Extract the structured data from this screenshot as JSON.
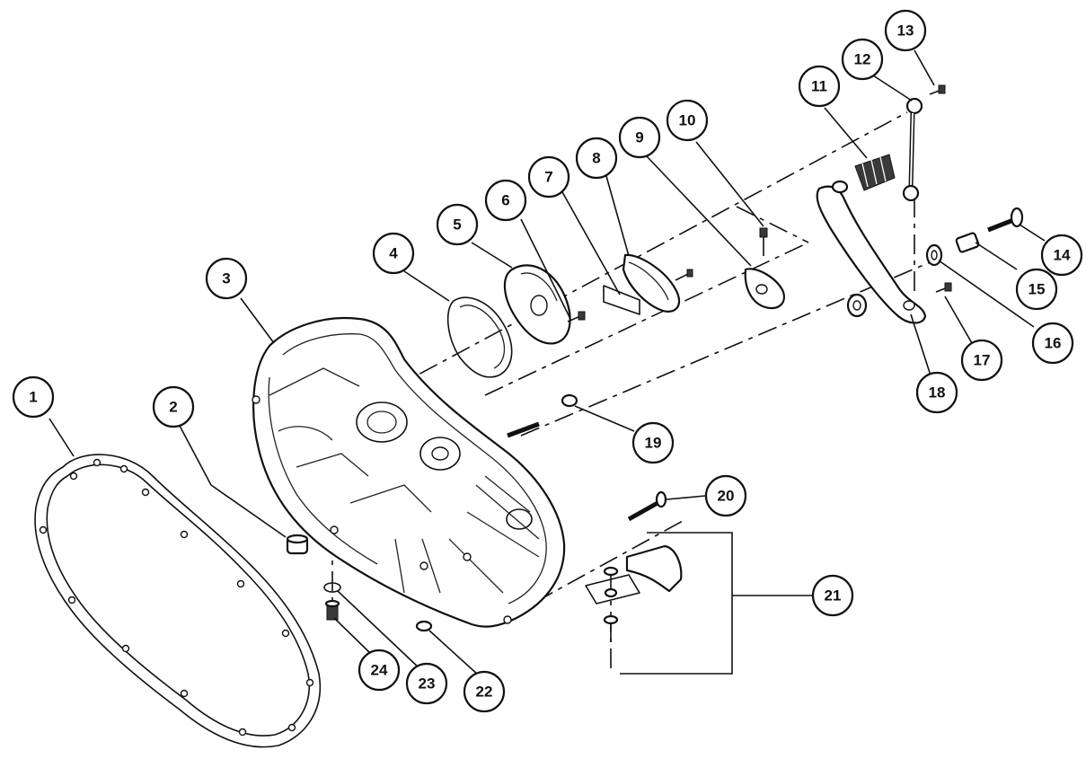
{
  "callouts": [
    {
      "id": "1",
      "label": "1"
    },
    {
      "id": "2",
      "label": "2"
    },
    {
      "id": "3",
      "label": "3"
    },
    {
      "id": "4",
      "label": "4"
    },
    {
      "id": "5",
      "label": "5"
    },
    {
      "id": "6",
      "label": "6"
    },
    {
      "id": "7",
      "label": "7"
    },
    {
      "id": "8",
      "label": "8"
    },
    {
      "id": "9",
      "label": "9"
    },
    {
      "id": "10",
      "label": "10"
    },
    {
      "id": "11",
      "label": "11"
    },
    {
      "id": "12",
      "label": "12"
    },
    {
      "id": "13",
      "label": "13"
    },
    {
      "id": "14",
      "label": "14"
    },
    {
      "id": "15",
      "label": "15"
    },
    {
      "id": "16",
      "label": "16"
    },
    {
      "id": "17",
      "label": "17"
    },
    {
      "id": "18",
      "label": "18"
    },
    {
      "id": "19",
      "label": "19"
    },
    {
      "id": "20",
      "label": "20"
    },
    {
      "id": "21",
      "label": "21"
    },
    {
      "id": "22",
      "label": "22"
    },
    {
      "id": "23",
      "label": "23"
    },
    {
      "id": "24",
      "label": "24"
    }
  ]
}
